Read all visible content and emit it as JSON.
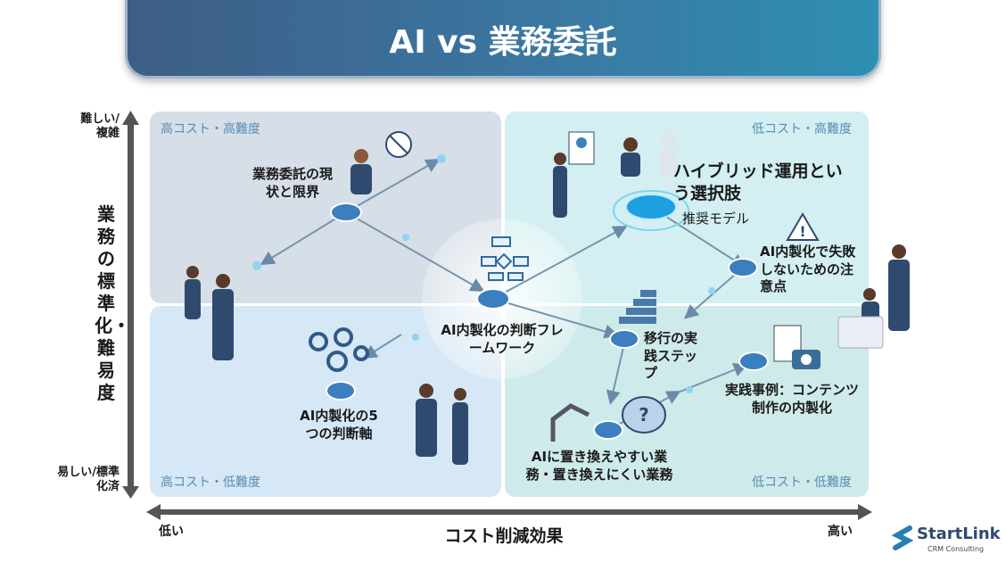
{
  "title": "AI vs 業務委託",
  "y_axis": {
    "title": "業務の標準化・難易度",
    "top": "難しい/複雑",
    "bottom": "易しい/標準化済"
  },
  "x_axis": {
    "title": "コスト削減効果",
    "left": "低い",
    "right": "高い"
  },
  "quadrants": {
    "tl": "高コスト・高難度",
    "tr": "低コスト・高難度",
    "bl": "高コスト・低難度",
    "br": "低コスト・低難度"
  },
  "nodes": {
    "status": "業務委託の現状と限界",
    "hybrid": "ハイブリッド運用という選択肢",
    "hybrid_sub": "推奨モデル",
    "caution": "AI内製化で失敗しないための注意点",
    "framework": "AI内製化の判断フレームワーク",
    "steps": "移行の実践ステップ",
    "case": "実践事例：コンテンツ制作の内製化",
    "replace": "AIに置き換えやすい業務・置き換えにくい業務",
    "axes5": "AI内製化の5つの判断軸"
  },
  "logo": {
    "name": "StartLink",
    "sub": "CRM Consulting"
  },
  "colors": {
    "banner": "#3a7aa3",
    "tl": "#d6dee7",
    "tr": "#d3eff1",
    "bl": "#d6e7f5",
    "br": "#cfeaea",
    "node": "#3b7fc0"
  }
}
